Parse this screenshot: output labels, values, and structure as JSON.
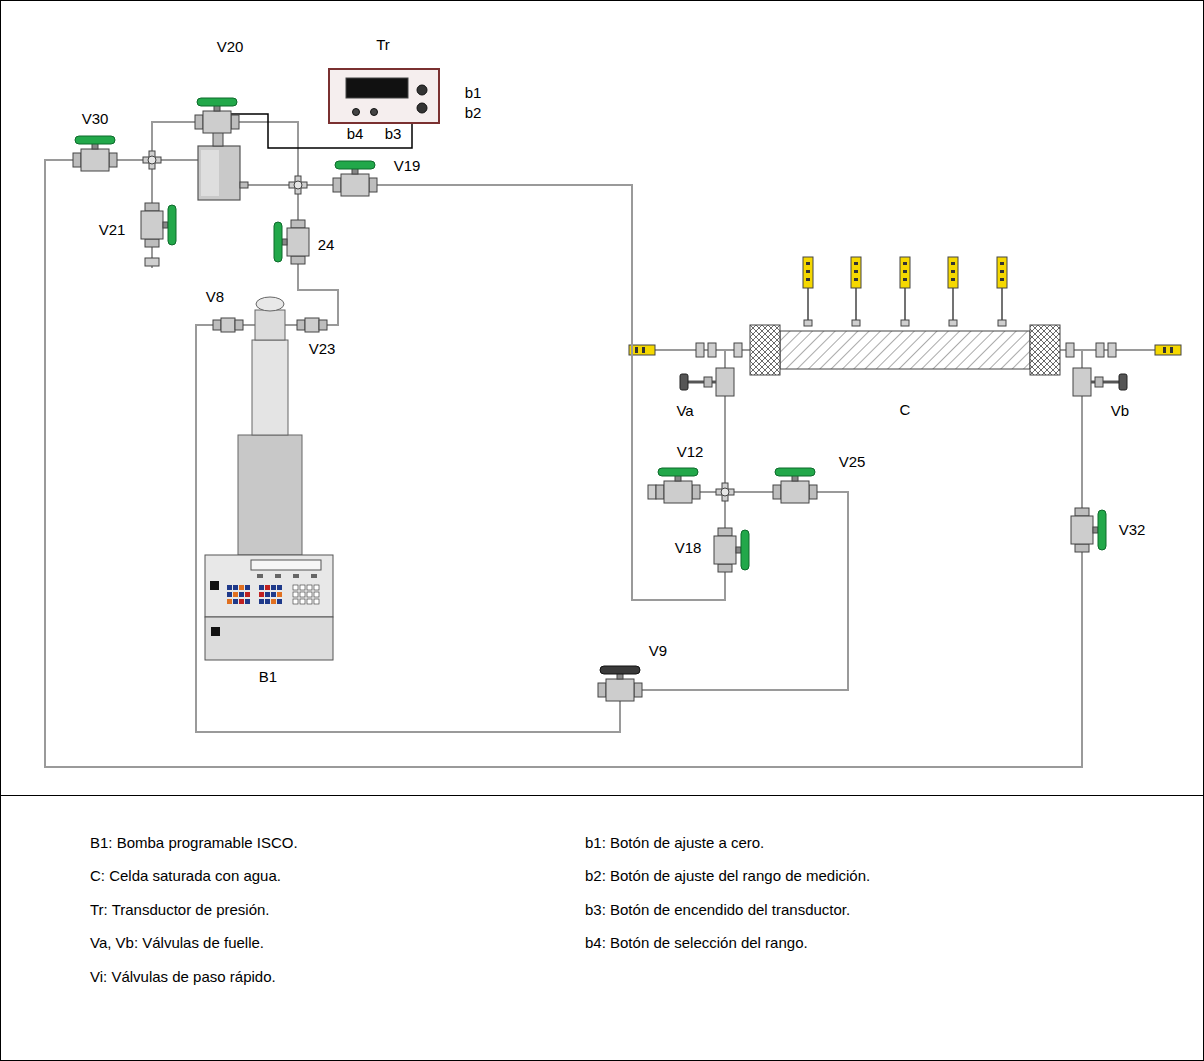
{
  "diagram": {
    "nodes": [
      {
        "text": [
          "V20"
        ]
      },
      {
        "text": [
          "Tr"
        ]
      },
      {
        "text": [
          "V30"
        ]
      },
      {
        "text": [
          "V19"
        ]
      },
      {
        "text": [
          "V21"
        ]
      },
      {
        "text": [
          "24"
        ]
      },
      {
        "text": [
          "V8"
        ]
      },
      {
        "text": [
          "V23"
        ]
      },
      {
        "text": [
          "C"
        ]
      },
      {
        "text": [
          "Va"
        ]
      },
      {
        "text": [
          "Vb"
        ]
      },
      {
        "text": [
          "V12"
        ]
      },
      {
        "text": [
          "V25"
        ]
      },
      {
        "text": [
          "V18"
        ]
      },
      {
        "text": [
          "V32"
        ]
      },
      {
        "text": [
          "B1"
        ]
      },
      {
        "text": [
          "V9"
        ]
      }
    ],
    "edges": [
      {
        "from": 3,
        "to": 13,
        "arrow": "none"
      },
      {
        "from": 12,
        "to": 16,
        "arrow": "none"
      },
      {
        "from": 16,
        "to": 6,
        "arrow": "none"
      },
      {
        "from": 7,
        "to": 5,
        "arrow": "none"
      },
      {
        "from": 2,
        "to": 14,
        "arrow": "none"
      },
      {
        "from": 14,
        "to": 10,
        "arrow": "none"
      }
    ],
    "labels": [
      "b1",
      "b2",
      "b4",
      "b3",
      "B1: Bomba programable ISCO.",
      "C: Celda saturada con agua.",
      "Tr: Transductor de presión.",
      "Va, Vb: Válvulas de fuelle.",
      "Vi: Válvulas de paso rápido.",
      "b1: Botón de ajuste a cero.",
      "b2: Botón de ajuste del rango de medición.",
      "b3: Botón de encendido del transductor.",
      "b4: Botón de selección del rango."
    ]
  }
}
